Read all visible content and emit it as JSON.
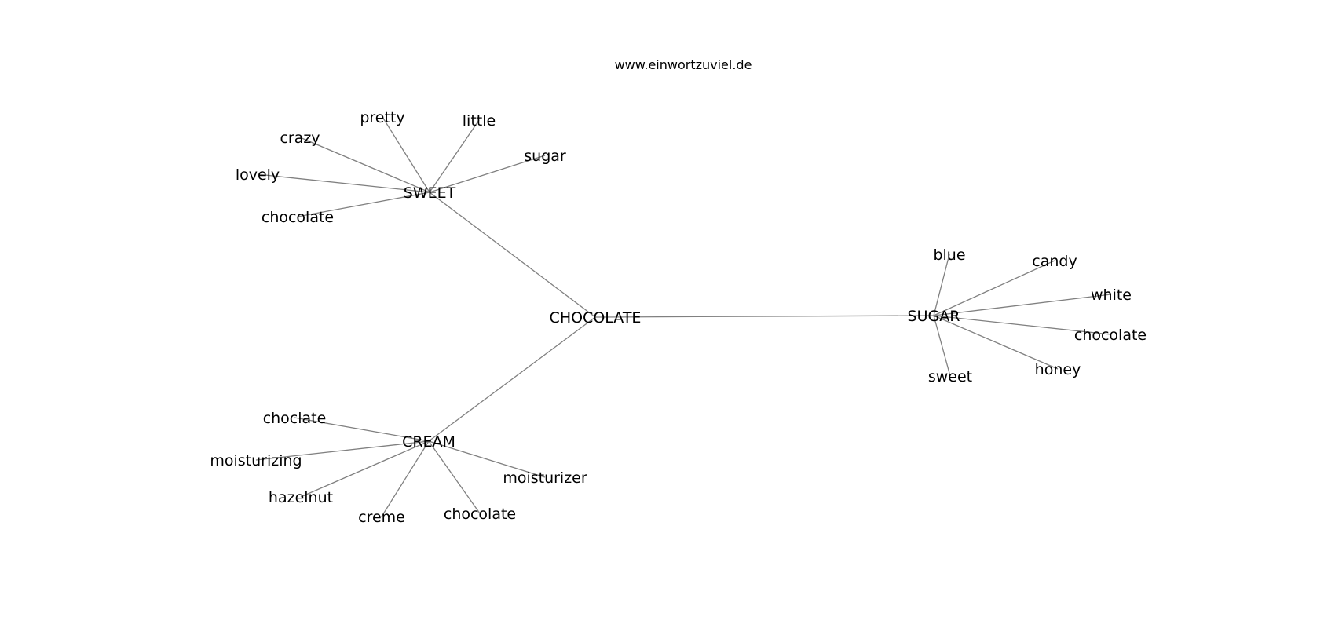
{
  "source": "www.einwortzuviel.de",
  "center": {
    "id": "chocolate",
    "label": "CHOCOLATE"
  },
  "clusters": [
    {
      "id": "sweet",
      "label": "SWEET",
      "leaves": [
        {
          "id": "sweet-pretty",
          "label": "pretty"
        },
        {
          "id": "sweet-little",
          "label": "little"
        },
        {
          "id": "sweet-crazy",
          "label": "crazy"
        },
        {
          "id": "sweet-sugar",
          "label": "sugar"
        },
        {
          "id": "sweet-lovely",
          "label": "lovely"
        },
        {
          "id": "sweet-chocolate",
          "label": "chocolate"
        }
      ]
    },
    {
      "id": "sugar",
      "label": "SUGAR",
      "leaves": [
        {
          "id": "sugar-blue",
          "label": "blue"
        },
        {
          "id": "sugar-candy",
          "label": "candy"
        },
        {
          "id": "sugar-white",
          "label": "white"
        },
        {
          "id": "sugar-chocolate",
          "label": "chocolate"
        },
        {
          "id": "sugar-honey",
          "label": "honey"
        },
        {
          "id": "sugar-sweet",
          "label": "sweet"
        }
      ]
    },
    {
      "id": "cream",
      "label": "CREAM",
      "leaves": [
        {
          "id": "cream-choclate",
          "label": "choclate"
        },
        {
          "id": "cream-moisturizing",
          "label": "moisturizing"
        },
        {
          "id": "cream-hazelnut",
          "label": "hazelnut"
        },
        {
          "id": "cream-creme",
          "label": "creme"
        },
        {
          "id": "cream-chocolate",
          "label": "chocolate"
        },
        {
          "id": "cream-moisturizer",
          "label": "moisturizer"
        }
      ]
    }
  ],
  "colors": {
    "edge": "#808080",
    "text": "#000000",
    "background": "#ffffff"
  }
}
